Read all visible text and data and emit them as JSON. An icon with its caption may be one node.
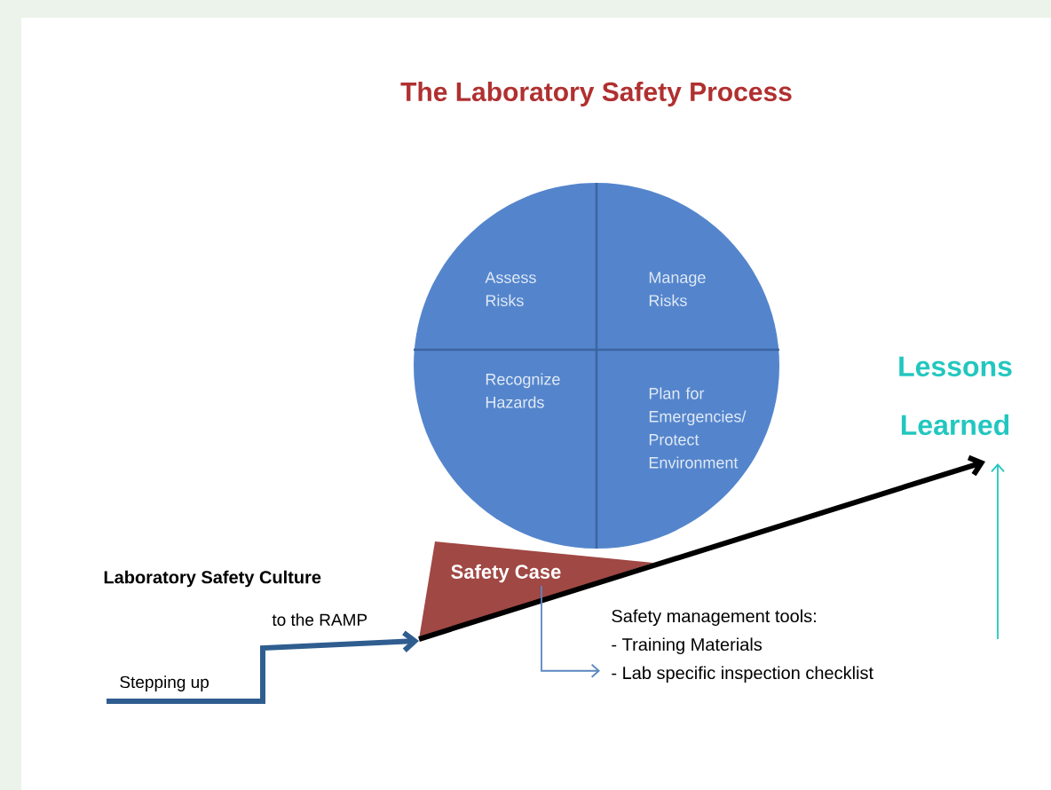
{
  "diagram": {
    "title": "The Laboratory Safety Process",
    "nodes": [
      {
        "text": [],
        "shape": "circle"
      },
      {
        "text": [
          "Assess Risks"
        ],
        "in": 0
      },
      {
        "text": [
          "Manage Risks"
        ],
        "in": 0
      },
      {
        "text": [
          "Recognize Hazards"
        ],
        "in": 0
      },
      {
        "text": [
          "Plan for Emergencies/ Protect Environment"
        ],
        "in": 0
      },
      {
        "text": [
          "Safety Case"
        ]
      },
      {
        "text": [
          "Safety management tools:",
          "- Training Materials",
          "- Lab specific inspection checklist"
        ]
      },
      {
        "text": [
          "Lessons Learned"
        ]
      }
    ],
    "edges": [
      {
        "from": null,
        "to": 5,
        "arrow": "to",
        "style": "thick",
        "color": "#2f5d8f"
      },
      {
        "from": 5,
        "to": 7,
        "arrow": "to",
        "style": "thick",
        "color": "#000000"
      },
      {
        "from": 5,
        "to": 6,
        "arrow": "to",
        "color": "#5b87c0"
      },
      {
        "from": null,
        "to": 7,
        "arrow": "to",
        "color": "#22c7bf"
      }
    ],
    "labels": [
      "Laboratory Safety Culture",
      "to the RAMP",
      "Stepping up"
    ]
  }
}
